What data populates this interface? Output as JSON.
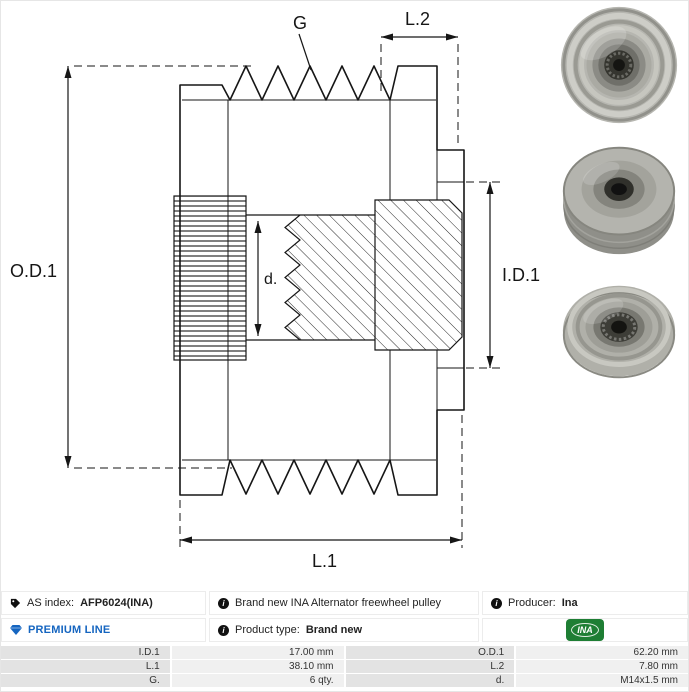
{
  "drawing": {
    "labels": {
      "g": "G",
      "l2": "L.2",
      "od1": "O.D.1",
      "id1": "I.D.1",
      "d": "d.",
      "l1": "L.1"
    }
  },
  "photos": [
    {
      "name": "pulley-front-view"
    },
    {
      "name": "pulley-side-view"
    },
    {
      "name": "pulley-angled-view"
    }
  ],
  "icons": {
    "tag": "tag-icon",
    "info": "info-icon (black circle with i)",
    "diamond": "diamond-icon (blue gem)"
  },
  "info": {
    "as_index_label": "AS index:",
    "as_index_value": "AFP6024(INA)",
    "description": "Brand new INA Alternator freewheel pulley",
    "producer_label": "Producer:",
    "producer_value": "Ina",
    "premium_line": "PREMIUM LINE",
    "product_type_label": "Product type:",
    "product_type_value": "Brand new",
    "brand_logo_text": "INA",
    "brand_color": "#1e7e34",
    "premium_color": "#1565c0"
  },
  "spec_table": {
    "rows": [
      {
        "k1": "I.D.1",
        "v1": "17.00 mm",
        "k2": "O.D.1",
        "v2": "62.20 mm"
      },
      {
        "k1": "L.1",
        "v1": "38.10 mm",
        "k2": "L.2",
        "v2": "7.80 mm"
      },
      {
        "k1": "G.",
        "v1": "6 qty.",
        "k2": "d.",
        "v2": "M14x1.5 mm"
      }
    ]
  }
}
